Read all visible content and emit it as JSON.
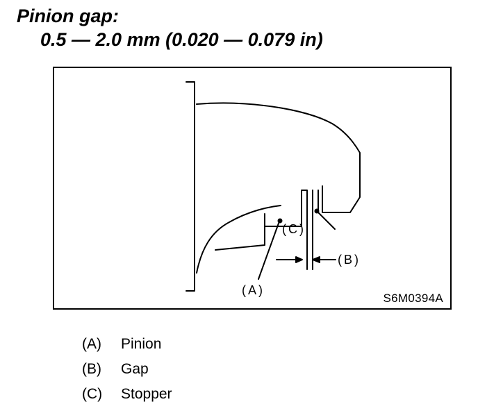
{
  "heading": {
    "line1": "Pinion gap:",
    "line2": "0.5 — 2.0 mm (0.020 — 0.079 in)"
  },
  "figure": {
    "code": "S6M0394A",
    "callouts": {
      "a": "(A)",
      "b": "(B)",
      "c": "(C)"
    }
  },
  "legend": [
    {
      "key": "(A)",
      "label": "Pinion"
    },
    {
      "key": "(B)",
      "label": "Gap"
    },
    {
      "key": "(C)",
      "label": "Stopper"
    }
  ]
}
